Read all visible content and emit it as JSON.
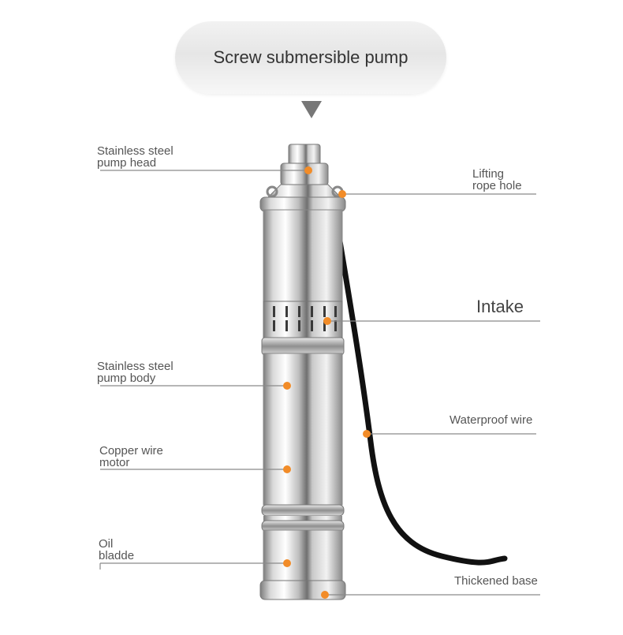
{
  "title": "Screw submersible pump",
  "labels": {
    "pump_head": [
      "Stainless steel",
      "pump head"
    ],
    "lifting_rope_hole": [
      "Lifting",
      "rope hole"
    ],
    "intake": "Intake",
    "pump_body": [
      "Stainless steel",
      "pump body"
    ],
    "waterproof_wire": "Waterproof wire",
    "copper_motor": [
      "Copper wire",
      "motor"
    ],
    "oil_bladder": [
      "Oil",
      "bladde"
    ],
    "thickened_base": "Thickened base"
  },
  "colors": {
    "marker": "#f28c28",
    "leader_line": "#8a8a8a",
    "steel_dark": "#8e8e8e",
    "steel_light": "#f4f4f4",
    "cable": "#111111"
  }
}
